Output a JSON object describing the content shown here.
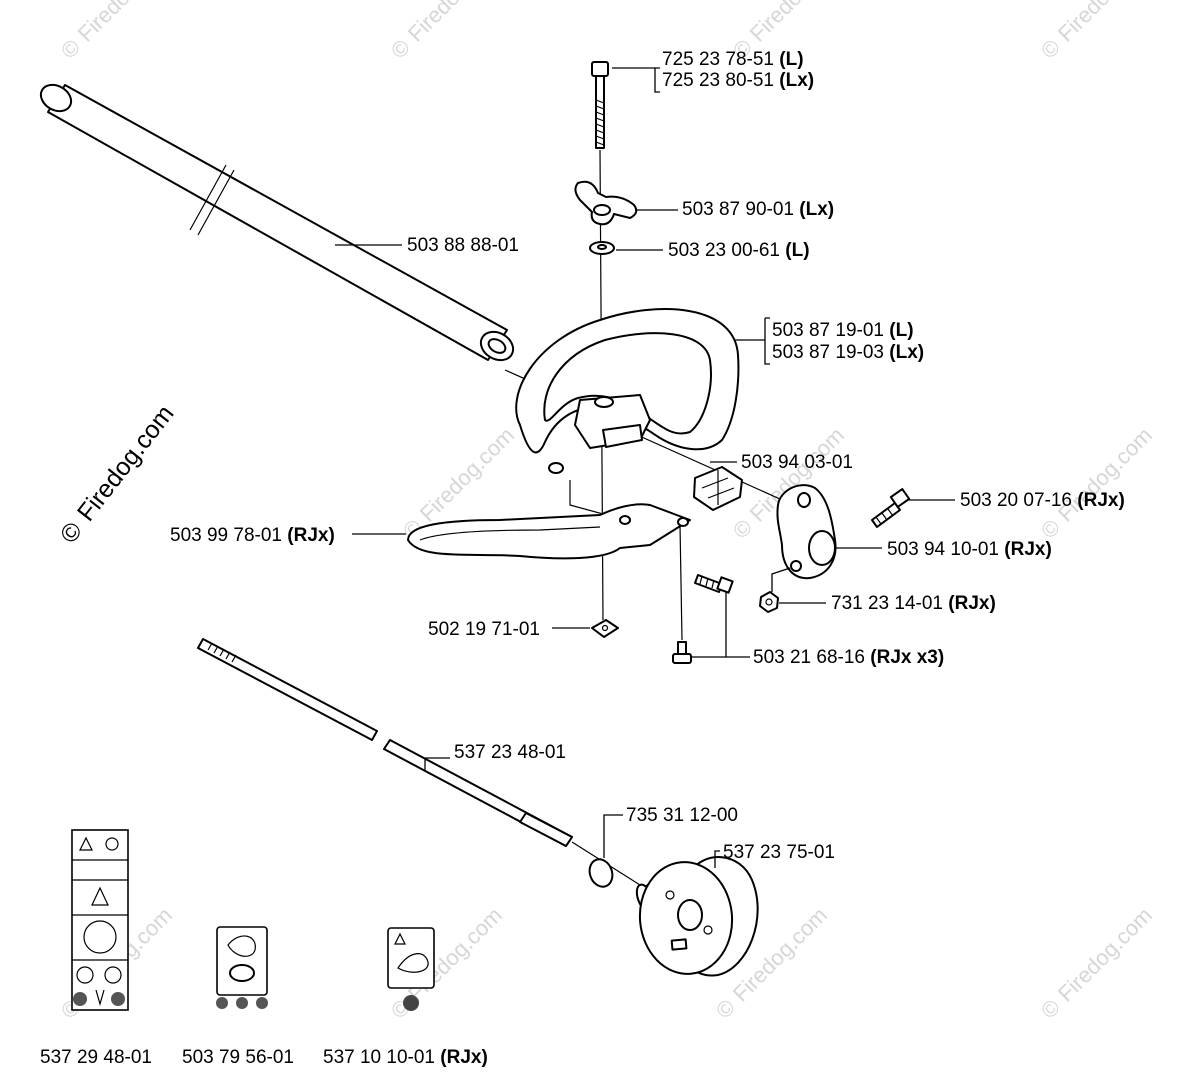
{
  "watermark": {
    "brand": "Firedog.com",
    "copyright_symbol": "©",
    "color": "#d6d6d6"
  },
  "parts": {
    "bolt": {
      "number_l": "725 23 78-51",
      "qual_l": "(L)",
      "number_lx": "725 23 80-51",
      "qual_lx": "(Lx)"
    },
    "wing_nut": {
      "number": "503 87 90-01",
      "qual": "(Lx)"
    },
    "washer": {
      "number": "503 23 00-61",
      "qual": "(L)"
    },
    "loop_handle": {
      "number_l": "503 87 19-01",
      "qual_l": "(L)",
      "number_lx": "503 87 19-03",
      "qual_lx": "(Lx)"
    },
    "shaft_tube": {
      "number": "503 88 88-01"
    },
    "clamp_block": {
      "number": "503 94 03-01"
    },
    "screw": {
      "number": "503 20 07-16",
      "qual": "(RJx)"
    },
    "handle_bracket": {
      "number": "503 94 10-01",
      "qual": "(RJx)"
    },
    "barrier_guard": {
      "number": "503 99 78-01",
      "qual": "(RJx)"
    },
    "nut": {
      "number": "731 23 14-01",
      "qual": "(RJx)"
    },
    "square_nut": {
      "number": "502 19 71-01"
    },
    "bracket_screws": {
      "number": "503 21 68-16",
      "qual": "(RJx x3)"
    },
    "drive_shaft": {
      "number": "537 23 48-01"
    },
    "o_ring": {
      "number": "735 31 12-00"
    },
    "clutch_drum": {
      "number": "537 23 75-01"
    },
    "decal_safety": {
      "number": "537 29 48-01"
    },
    "decal_trimmer": {
      "number": "503 79 56-01"
    },
    "decal_harness": {
      "number": "537 10 10-01",
      "qual": "(RJx)"
    }
  }
}
